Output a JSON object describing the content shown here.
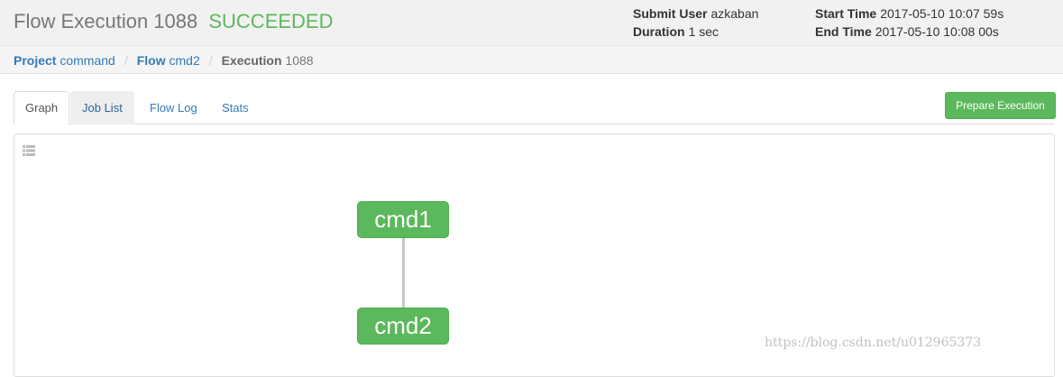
{
  "header": {
    "title": "Flow Execution 1088",
    "status": "SUCCEEDED",
    "submit_user_label": "Submit User",
    "submit_user": "azkaban",
    "duration_label": "Duration",
    "duration": "1 sec",
    "start_time_label": "Start Time",
    "start_time": "2017-05-10 10:07 59s",
    "end_time_label": "End Time",
    "end_time": "2017-05-10 10:08 00s"
  },
  "breadcrumb": {
    "project_label": "Project",
    "project": "command",
    "flow_label": "Flow",
    "flow": "cmd2",
    "execution_label": "Execution",
    "execution": "1088"
  },
  "tabs": [
    {
      "label": "Graph",
      "active": true
    },
    {
      "label": "Job List",
      "active": false
    },
    {
      "label": "Flow Log",
      "active": false
    },
    {
      "label": "Stats",
      "active": false
    }
  ],
  "actions": {
    "prepare_execution": "Prepare Execution"
  },
  "graph": {
    "nodes": [
      {
        "label": "cmd1",
        "status": "succeeded"
      },
      {
        "label": "cmd2",
        "status": "succeeded"
      }
    ],
    "edges": [
      [
        "cmd1",
        "cmd2"
      ]
    ]
  },
  "watermark": "https://blog.csdn.net/u012965373",
  "colors": {
    "success": "#5cb85c",
    "link": "#337ab7",
    "edge": "#c8c8c8"
  },
  "icons": {
    "job_list_toggle": "list-icon"
  }
}
